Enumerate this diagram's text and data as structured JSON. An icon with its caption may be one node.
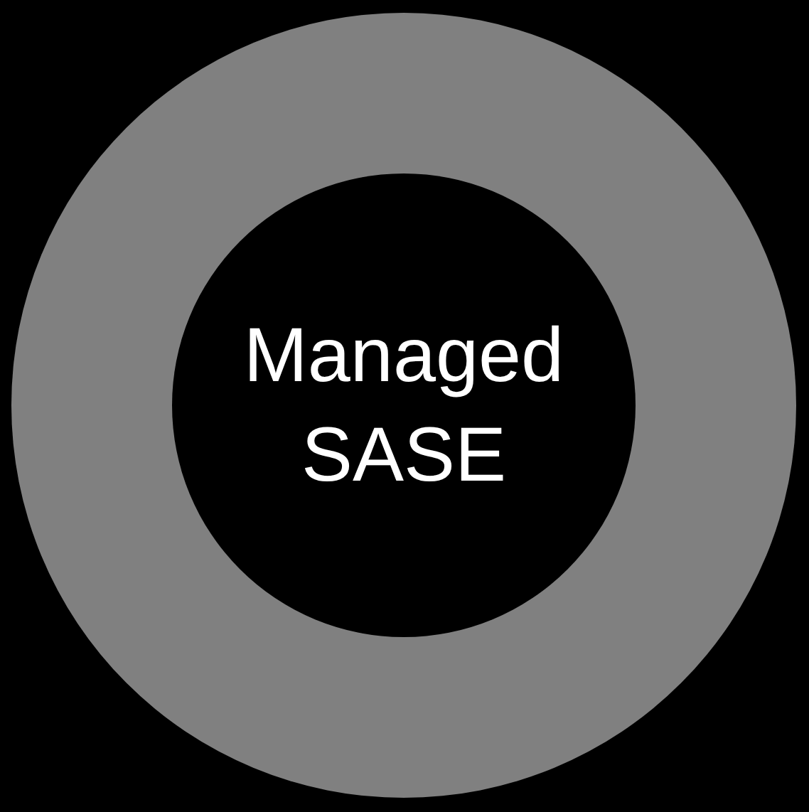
{
  "diagram": {
    "nodes": [
      {
        "text": [],
        "shape": "circle"
      },
      {
        "text": [
          "Managed SASE"
        ],
        "in": 0
      }
    ]
  }
}
